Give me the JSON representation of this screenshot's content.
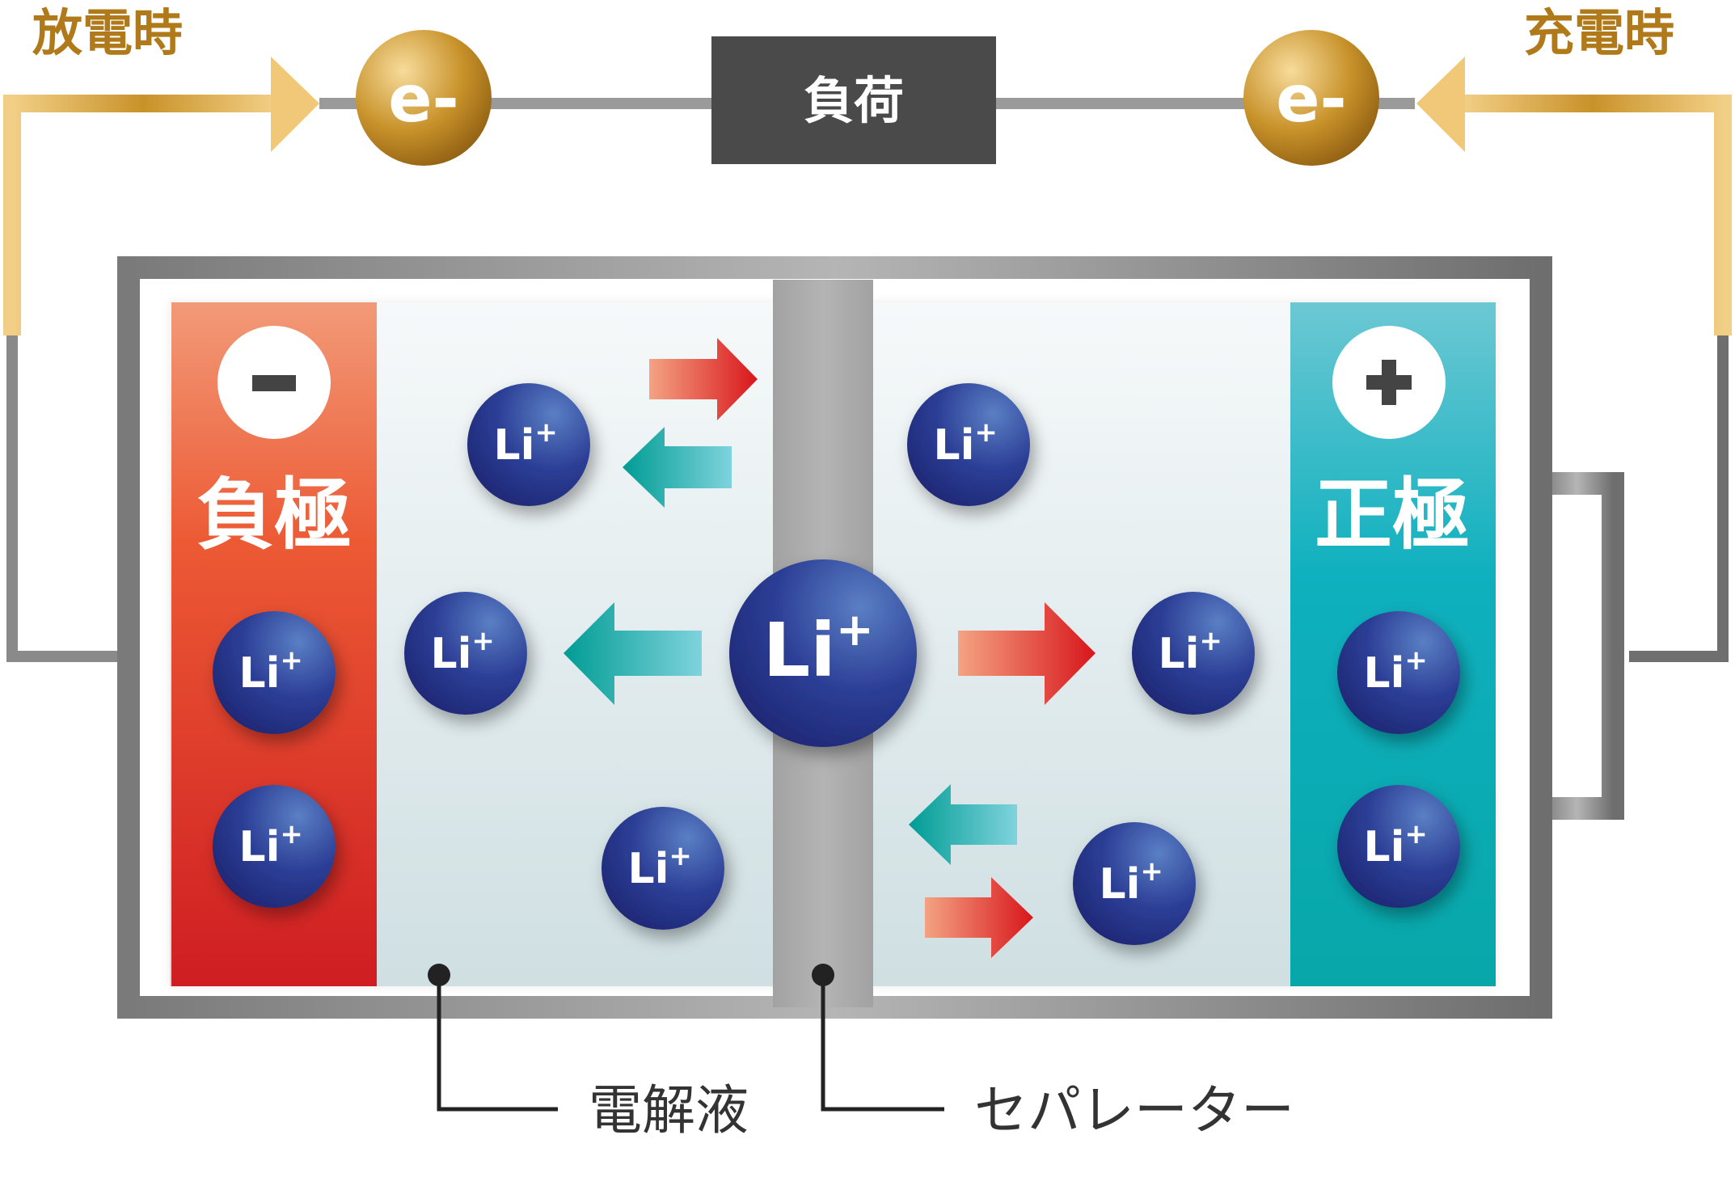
{
  "modes": {
    "discharge": "放電時",
    "charge": "充電時"
  },
  "load_label": "負荷",
  "electron_label": "e-",
  "electrodes": {
    "negative": {
      "label": "負極",
      "symbol": "−",
      "color": "#e64a2e"
    },
    "positive": {
      "label": "正極",
      "symbol": "+",
      "color": "#12aab5"
    }
  },
  "ion_label": "Li+",
  "ions": [
    {
      "id": "neg-1"
    },
    {
      "id": "neg-2"
    },
    {
      "id": "elec-l-top"
    },
    {
      "id": "elec-l-mid"
    },
    {
      "id": "elec-l-bot"
    },
    {
      "id": "center"
    },
    {
      "id": "elec-r-top"
    },
    {
      "id": "elec-r-mid"
    },
    {
      "id": "elec-r-bot"
    },
    {
      "id": "pos-1"
    },
    {
      "id": "pos-2"
    }
  ],
  "callouts": {
    "electrolyte": "電解液",
    "separator": "セパレーター"
  },
  "colors": {
    "gold": "#c8922a",
    "ion": "#23338a",
    "case": "#8c8c8c",
    "separator": "#a9a9a9",
    "load_box": "#4a4a4a",
    "arrow_red": "#e0261f",
    "arrow_teal": "#0aa6ad"
  }
}
